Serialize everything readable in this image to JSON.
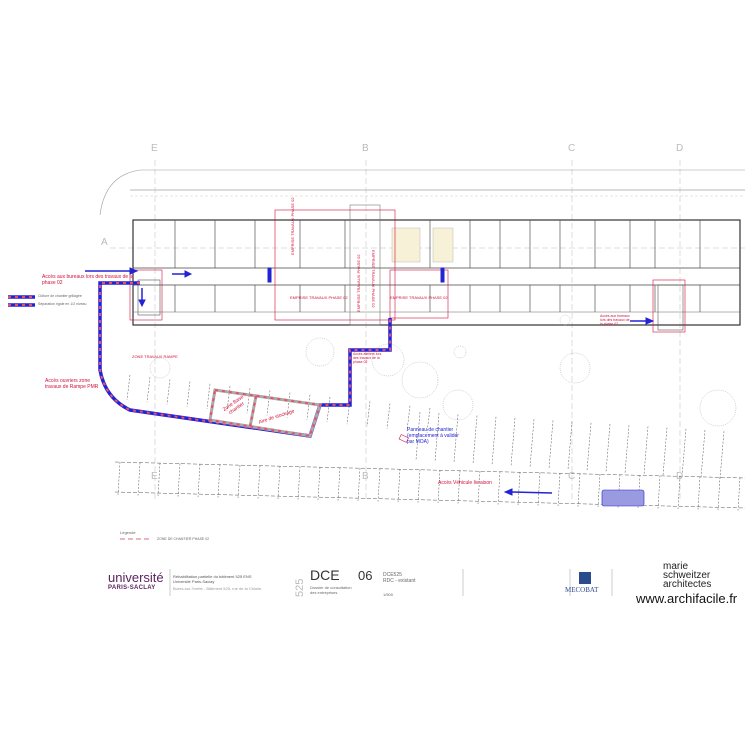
{
  "plan": {
    "grid_labels_top": [
      "E",
      "B",
      "C",
      "D"
    ],
    "grid_labels_bottom": [
      "E",
      "B",
      "C",
      "D"
    ],
    "grid_label_side": "A",
    "emprise_labels": [
      "EMPRISE TRAVAUX PHASE 02",
      "EMPRISE TRAVAUX PHASE 02",
      "EMPRISE TRAVAUX PHASE 02",
      "EMPRISE TRAVAUX PHASE 02",
      "EMPRISE TRAVAUX PHASE 02"
    ],
    "annotations": {
      "access_offices_left": "Accès aux bureaux lors des travaux de la phase 02",
      "ramp_zone": "ZONE TRAVAUX RAMPE",
      "workers_access": "Accès ouvriers zone travaux de Rampe PMR",
      "base_zone": "Zone Base chantier",
      "storage": "Aire de stockage",
      "workshop_access": "Accès ateliers lors des travaux de la phase 02",
      "sign_panel": "Panneau de chantier (emplacement à valider par MOA)",
      "vehicle_access": "Accès Véhicule livraison",
      "access_offices_right": "Accès aux bureaux lors des travaux de la phase 02"
    },
    "colors": {
      "fence_blue": "#2323d6",
      "fence_red": "#e8506a",
      "emprise": "#d0103a",
      "wall": "#333333",
      "room_fill": "#f7f1d8",
      "vehicle": "#9a9ae0"
    }
  },
  "legend_top": {
    "items": [
      "Clôture de chantier grillagée",
      "Séparation rigide en 1/2 niveau"
    ]
  },
  "legend_bottom": {
    "title": "Légende",
    "items": [
      "ZONE DE CHANTIER PHASE 02"
    ]
  },
  "title_block": {
    "logo_main": "université",
    "logo_sub": "PARIS-SACLAY",
    "project_lines": [
      "Réhabilitation partielle du bâtiment 525 ENS",
      "Université Paris-Saclay",
      "Bures-sur-Yvette - Bâtiment 525, rue de la Chimie"
    ],
    "code": "525",
    "phase": "DCE",
    "phase_desc": "Dossier de consultation des entreprises",
    "sheet_no": "06",
    "sheet_ref": "DCE525",
    "sheet_title": "RDC - existant",
    "scale": "1/500",
    "mecobat": "MECOBAT",
    "architect": [
      "marie",
      "schweitzer",
      "architectes"
    ],
    "watermark": "www.archifacile.fr"
  }
}
